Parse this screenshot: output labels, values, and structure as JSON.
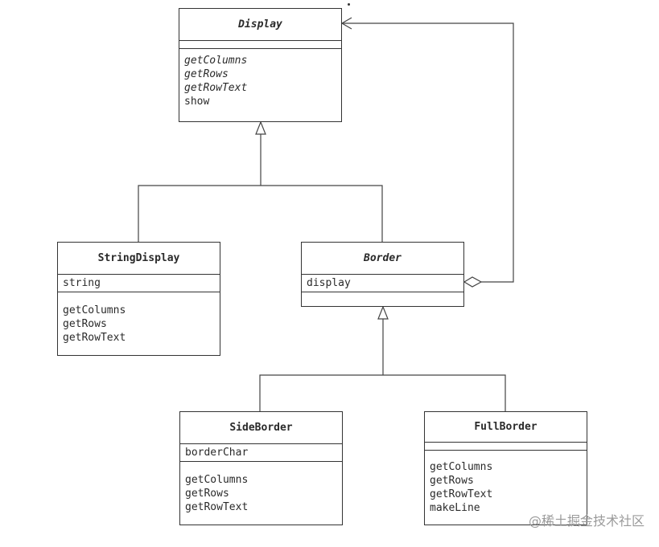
{
  "classes": {
    "display": {
      "name": "Display",
      "attributes": [],
      "operations": [
        {
          "name": "getColumns",
          "abstract": true
        },
        {
          "name": "getRows",
          "abstract": true
        },
        {
          "name": "getRowText",
          "abstract": true
        },
        {
          "name": "show",
          "abstract": false
        }
      ]
    },
    "string_display": {
      "name": "StringDisplay",
      "attributes": [
        "string"
      ],
      "operations": [
        {
          "name": "getColumns",
          "abstract": false
        },
        {
          "name": "getRows",
          "abstract": false
        },
        {
          "name": "getRowText",
          "abstract": false
        }
      ]
    },
    "border": {
      "name": "Border",
      "attributes": [
        "display"
      ],
      "operations": []
    },
    "side_border": {
      "name": "SideBorder",
      "attributes": [
        "borderChar"
      ],
      "operations": [
        {
          "name": "getColumns",
          "abstract": false
        },
        {
          "name": "getRows",
          "abstract": false
        },
        {
          "name": "getRowText",
          "abstract": false
        }
      ]
    },
    "full_border": {
      "name": "FullBorder",
      "attributes": [],
      "operations": [
        {
          "name": "getColumns",
          "abstract": false
        },
        {
          "name": "getRows",
          "abstract": false
        },
        {
          "name": "getRowText",
          "abstract": false
        },
        {
          "name": "makeLine",
          "abstract": false
        }
      ]
    }
  },
  "relationships": [
    {
      "type": "inheritance",
      "from": "StringDisplay",
      "to": "Display"
    },
    {
      "type": "inheritance",
      "from": "Border",
      "to": "Display"
    },
    {
      "type": "inheritance",
      "from": "SideBorder",
      "to": "Border"
    },
    {
      "type": "inheritance",
      "from": "FullBorder",
      "to": "Border"
    },
    {
      "type": "aggregation",
      "from": "Border",
      "to": "Display"
    }
  ],
  "watermark": "@稀土掘金技术社区"
}
